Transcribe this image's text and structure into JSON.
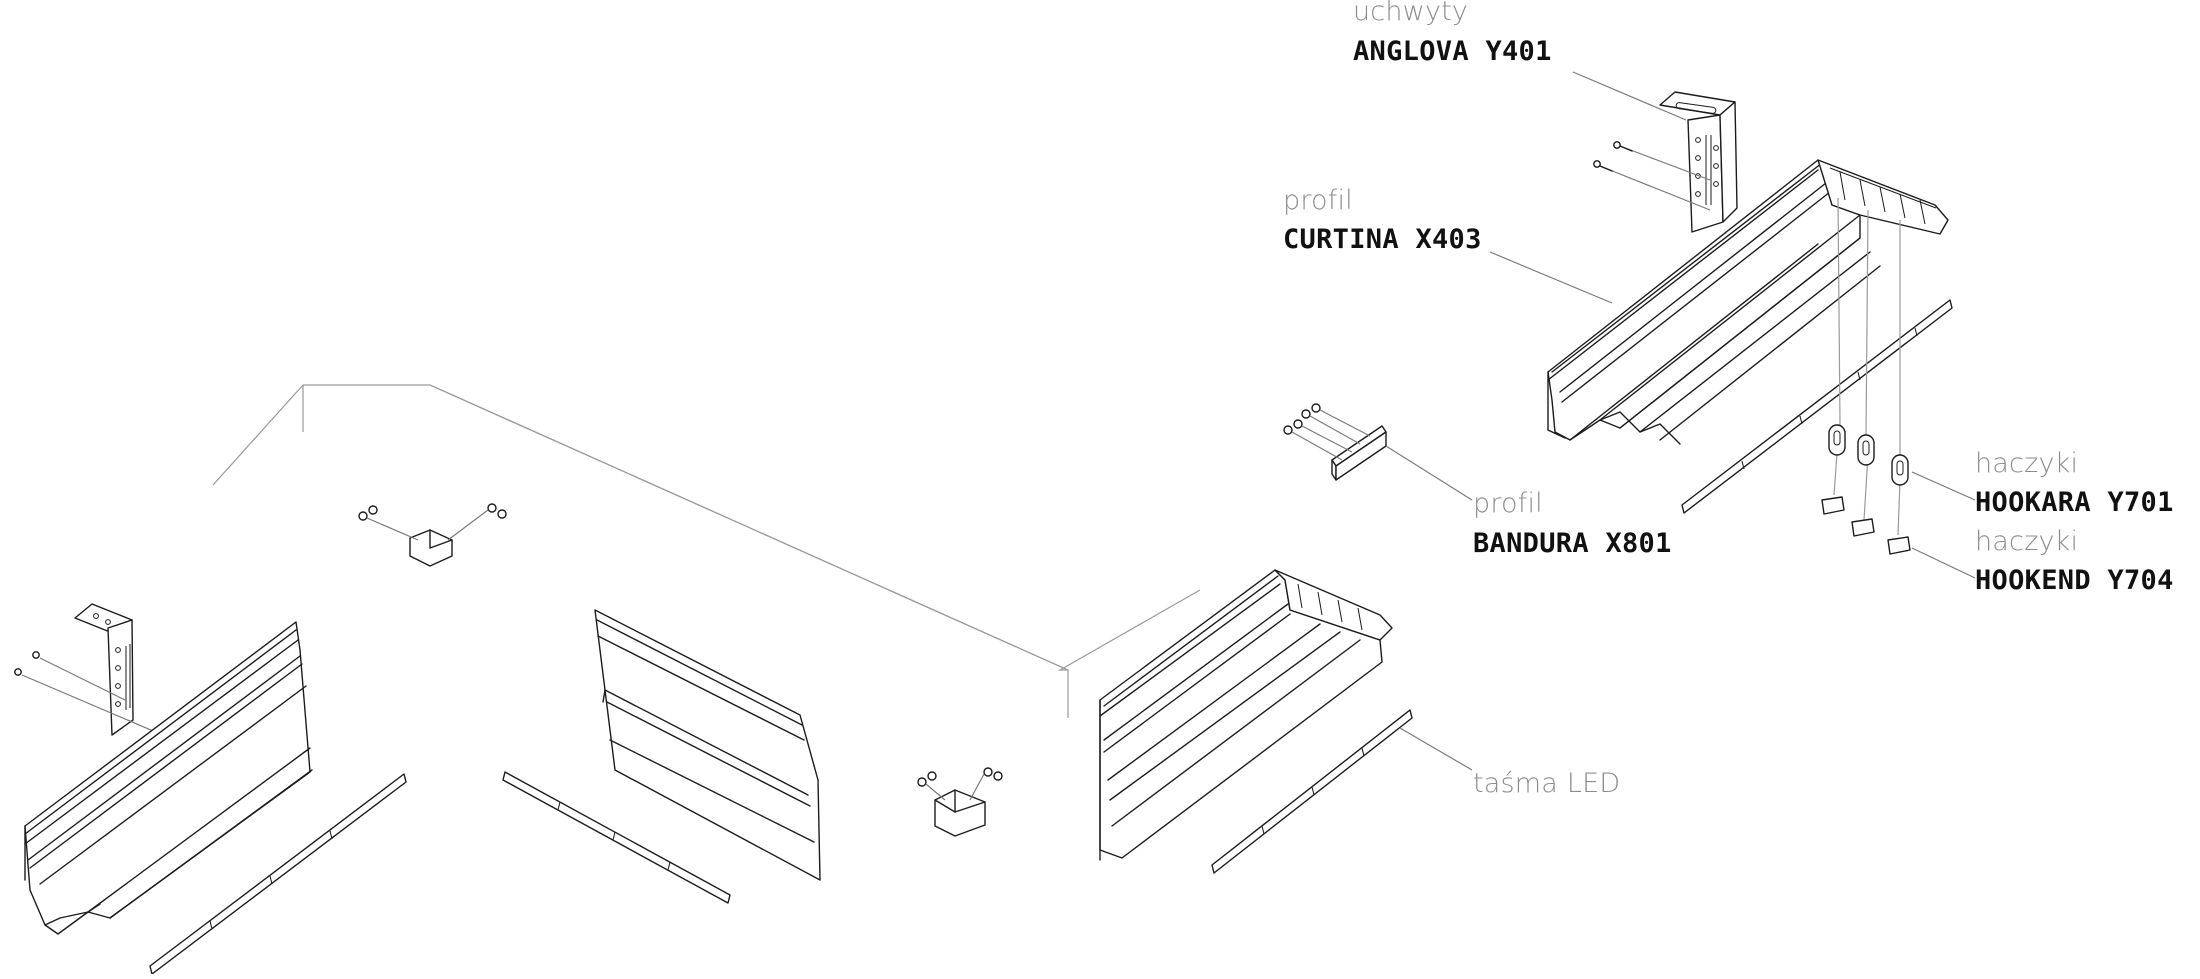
{
  "labels": {
    "anglova": {
      "category": "uchwyty",
      "product": "ANGLOVA Y401"
    },
    "curtina": {
      "category": "profil",
      "product": "CURTINA X403"
    },
    "bandura": {
      "category": "profil",
      "product": "BANDURA X801"
    },
    "hookara": {
      "category": "haczyki",
      "product": "HOOKARA Y701"
    },
    "hookend": {
      "category": "haczyki",
      "product": "HOOKEND Y704"
    },
    "led": {
      "category": "taśma LED"
    }
  }
}
